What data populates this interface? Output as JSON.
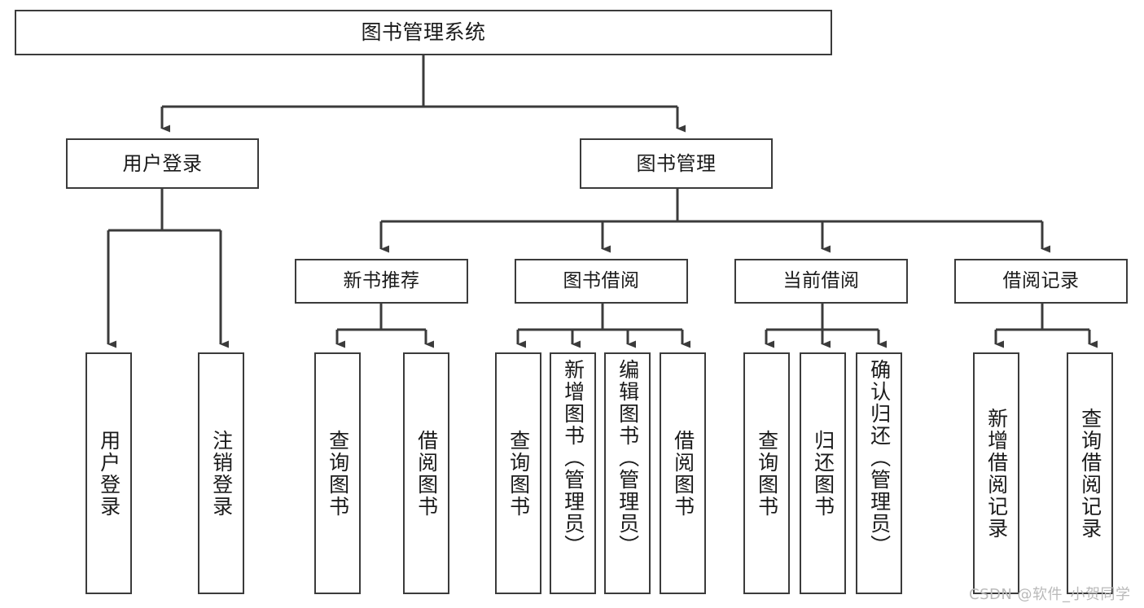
{
  "diagram": {
    "type": "tree-hierarchy-diagram",
    "title": "图书管理系统",
    "orientation": "top-down",
    "box_border_color": "#3b3b3b",
    "background_color": "#ffffff",
    "text_color": "#1a1a1a"
  },
  "root": {
    "label": "图书管理系统"
  },
  "level2": [
    {
      "label": "用户登录"
    },
    {
      "label": "图书管理"
    }
  ],
  "level3": [
    {
      "label": "新书推荐"
    },
    {
      "label": "图书借阅"
    },
    {
      "label": "当前借阅"
    },
    {
      "label": "借阅记录"
    }
  ],
  "leaves": {
    "user_login": [
      {
        "label": "用户登录"
      },
      {
        "label": "注销登录"
      }
    ],
    "new_book_recommend": [
      {
        "label": "查询图书"
      },
      {
        "label": "借阅图书"
      }
    ],
    "book_borrow": [
      {
        "label": "查询图书"
      },
      {
        "label": "新增图书（管理员）"
      },
      {
        "label": "编辑图书（管理员）"
      },
      {
        "label": "借阅图书"
      }
    ],
    "current_borrow": [
      {
        "label": "查询图书"
      },
      {
        "label": "归还图书"
      },
      {
        "label": "确认归还（管理员）"
      }
    ],
    "borrow_record": [
      {
        "label": "新增借阅记录"
      },
      {
        "label": "查询借阅记录"
      }
    ]
  },
  "watermark": {
    "text": "CSDN @软件_小贺同学",
    "color": "#b9b9b9"
  }
}
